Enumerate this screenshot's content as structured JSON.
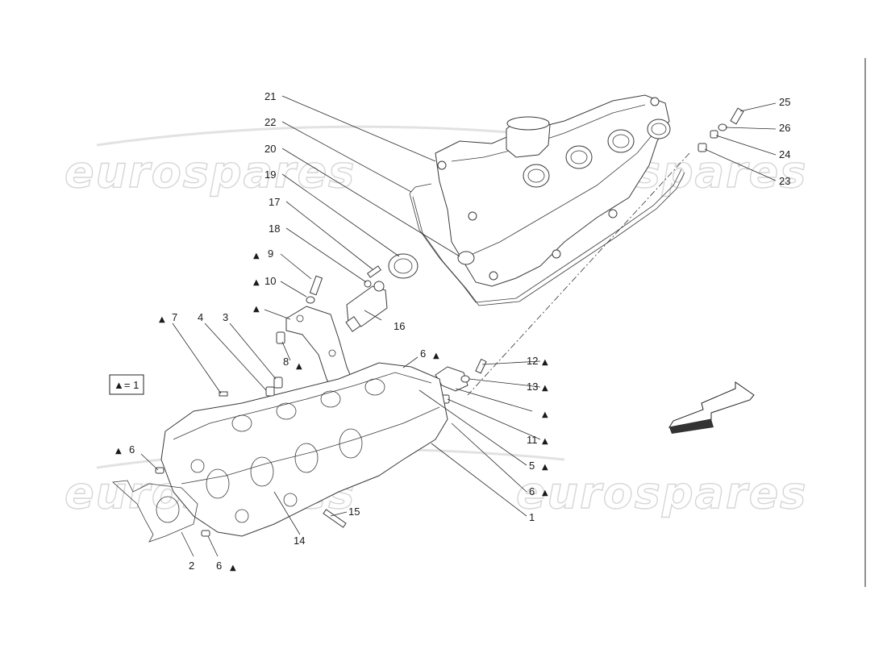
{
  "watermark": {
    "text": "eurospares"
  },
  "legend": {
    "text": "▲= 1"
  },
  "labels": {
    "n1": "1",
    "n2": "2",
    "n3": "3",
    "n4": "4",
    "n5": "5",
    "n6a": "6",
    "n6b": "6",
    "n6c": "6",
    "n6d": "6",
    "n7": "7",
    "n8": "8",
    "n9": "9",
    "n10": "10",
    "n11": "11",
    "n12": "12",
    "n13": "13",
    "n14": "14",
    "n15": "15",
    "n16": "16",
    "n17": "17",
    "n18": "18",
    "n19": "19",
    "n20": "20",
    "n21": "21",
    "n22": "22",
    "n23": "23",
    "n24": "24",
    "n25": "25",
    "n26": "26",
    "triangle": "▲"
  },
  "colors": {
    "line": "#2a2a2a",
    "watermark": "#d6d6d6"
  }
}
